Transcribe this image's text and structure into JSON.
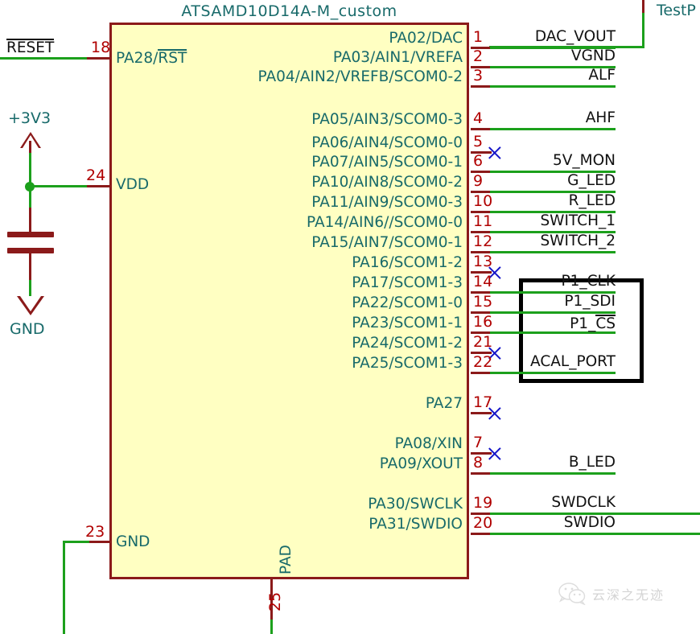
{
  "schematic": {
    "component_title": "ATSAMD10D14A-M_custom",
    "testpoint_label": "TestP",
    "power": {
      "rail_label": "+3V3",
      "ground_label": "GND",
      "vdd_pin_number": "24",
      "vdd_pin_name": "VDD",
      "gnd_pin_number": "23",
      "gnd_pin_name": "GND",
      "pad_pin_name": "PAD",
      "pad_pin_number": "25"
    },
    "reset": {
      "net_label": "RESET",
      "net_label_overline": true,
      "pin_number": "18",
      "pin_name_prefix": "PA28/",
      "pin_name_overlined": "RST"
    },
    "right_pins": [
      {
        "pin_name": "PA02/DAC",
        "pin_number": "1",
        "net": "DAC_VOUT",
        "nc": false
      },
      {
        "pin_name": "PA03/AIN1/VREFA",
        "pin_number": "2",
        "net": "VGND",
        "nc": false
      },
      {
        "pin_name": "PA04/AIN2/VREFB/SCOM0-2",
        "pin_number": "3",
        "net": "ALF",
        "nc": false
      },
      {
        "pin_name": "PA05/AIN3/SCOM0-3",
        "pin_number": "4",
        "net": "AHF",
        "nc": false
      },
      {
        "pin_name": "PA06/AIN4/SCOM0-0",
        "pin_number": "5",
        "net": "",
        "nc": true
      },
      {
        "pin_name": "PA07/AIN5/SCOM0-1",
        "pin_number": "6",
        "net": "5V_MON",
        "nc": false
      },
      {
        "pin_name": "PA10/AIN8/SCOM0-2",
        "pin_number": "9",
        "net": "G_LED",
        "nc": false
      },
      {
        "pin_name": "PA11/AIN9/SCOM0-3",
        "pin_number": "10",
        "net": "R_LED",
        "nc": false
      },
      {
        "pin_name": "PA14/AIN6//SCOM0-0",
        "pin_number": "11",
        "net": "SWITCH_1",
        "nc": false
      },
      {
        "pin_name": "PA15/AIN7/SCOM0-1",
        "pin_number": "12",
        "net": "SWITCH_2",
        "nc": false
      },
      {
        "pin_name": "PA16/SCOM1-2",
        "pin_number": "13",
        "net": "",
        "nc": true
      },
      {
        "pin_name": "PA17/SCOM1-3",
        "pin_number": "14",
        "net": "P1_CLK",
        "nc": false
      },
      {
        "pin_name": "PA22/SCOM1-0",
        "pin_number": "15",
        "net": "P1_SDI",
        "nc": false
      },
      {
        "pin_name": "PA23/SCOM1-1",
        "pin_number": "16",
        "net": "P1_CS",
        "nc": false,
        "net_overline_from": 3
      },
      {
        "pin_name": "PA24/SCOM1-2",
        "pin_number": "21",
        "net": "",
        "nc": true
      },
      {
        "pin_name": "PA25/SCOM1-3",
        "pin_number": "22",
        "net": "ACAL_PORT",
        "nc": false
      },
      {
        "pin_name": "PA27",
        "pin_number": "17",
        "net": "",
        "nc": true
      },
      {
        "pin_name": "PA08/XIN",
        "pin_number": "7",
        "net": "",
        "nc": true
      },
      {
        "pin_name": "PA09/XOUT",
        "pin_number": "8",
        "net": "B_LED",
        "nc": false
      },
      {
        "pin_name": "PA30/SWCLK",
        "pin_number": "19",
        "net": "SWDCLK",
        "nc": false
      },
      {
        "pin_name": "PA31/SWDIO",
        "pin_number": "20",
        "net": "SWDIO",
        "nc": false
      }
    ],
    "highlight_box": {
      "nets": [
        "P1_CLK",
        "P1_SDI",
        "P1_CS"
      ]
    },
    "watermark": {
      "text": "云深之无迹"
    },
    "colors": {
      "body_fill": "#FFFFC2",
      "body_outline": "#8B1A1A",
      "pin_text": "#186A6A",
      "pin_number": "#B00000",
      "wire": "#1CA01C",
      "no_connect": "#1414C8",
      "net_label": "#111111",
      "highlight": "#000000"
    }
  }
}
